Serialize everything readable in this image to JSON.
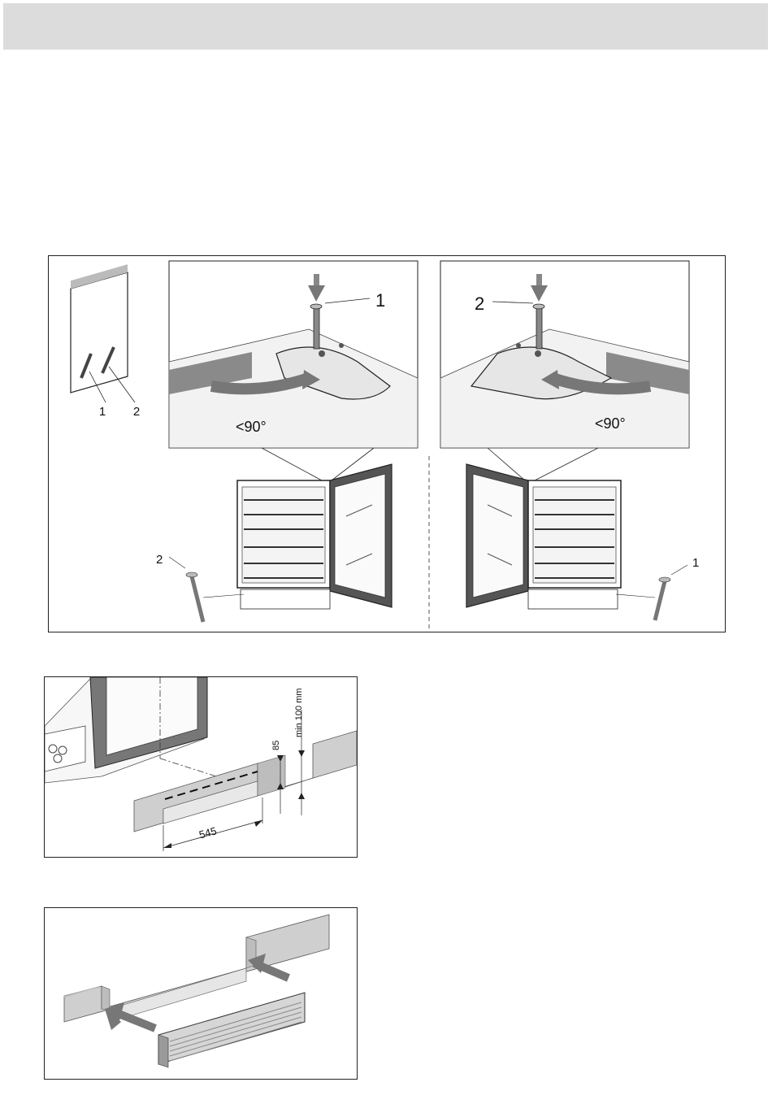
{
  "header": {
    "title": ""
  },
  "figure1": {
    "bag_labels": [
      "1",
      "2"
    ],
    "left_detail": {
      "pin_label": "1",
      "angle_label": "<90°"
    },
    "right_detail": {
      "pin_label": "2",
      "angle_label": "<90°"
    },
    "left_loose_pin_label": "2",
    "right_loose_pin_label": "1"
  },
  "figure2": {
    "dim_width": "545",
    "dim_height": "85",
    "dim_min": "min 100 mm"
  },
  "figure3": {}
}
